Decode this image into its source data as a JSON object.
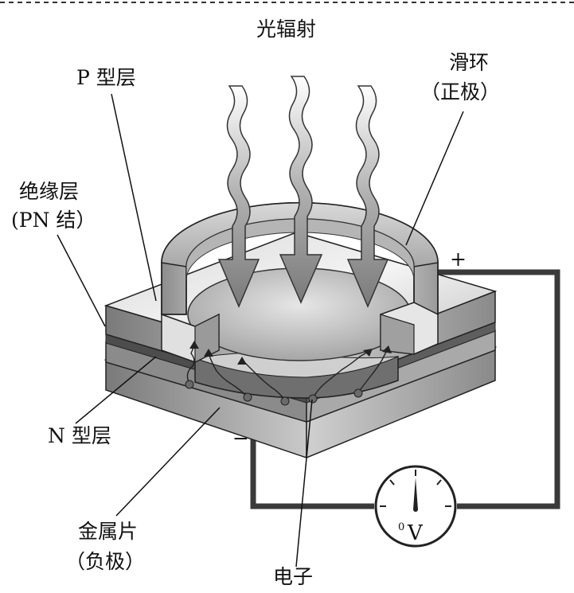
{
  "labels": {
    "light": "光辐射",
    "p_layer": "P 型层",
    "ring_line1": "滑环",
    "ring_line2": "（正极）",
    "insulation_line1": "绝缘层",
    "insulation_line2": "(PN 结）",
    "n_layer": "N 型层",
    "metal_line1": "金属片",
    "metal_line2": "（负极）",
    "electron": "电子",
    "plus": "+",
    "minus": "−"
  },
  "meter": {
    "zero": "0",
    "unit": "V"
  }
}
